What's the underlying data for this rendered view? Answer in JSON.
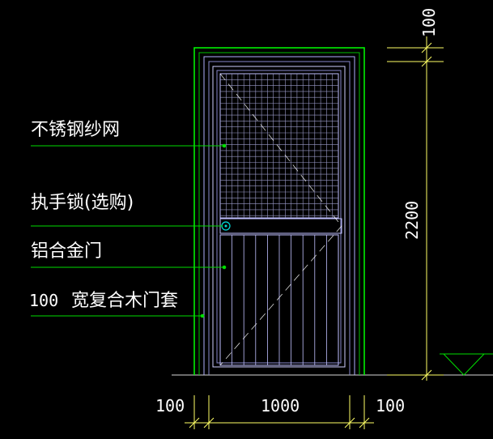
{
  "colors": {
    "background": "#000000",
    "frame_outer": "#00ff00",
    "door_lines": "#b0b0ff",
    "leader_lines": "#00dd00",
    "dimension_lines": "#ffff66",
    "text": "#ffffff",
    "mesh": "#9a9ac8",
    "centerline": "#ffff99"
  },
  "labels": {
    "mesh": "不锈钢纱网",
    "lock": "执手锁(选购)",
    "door": "铝合金门",
    "casing_prefix": "100",
    "casing": "宽复合木门套"
  },
  "dimensions": {
    "top_casing": "100",
    "height": "2200",
    "bottom_left": "100",
    "bottom_width": "1000",
    "bottom_right": "100"
  },
  "symbols": {
    "elevation_marker": "elevation-triangle"
  }
}
